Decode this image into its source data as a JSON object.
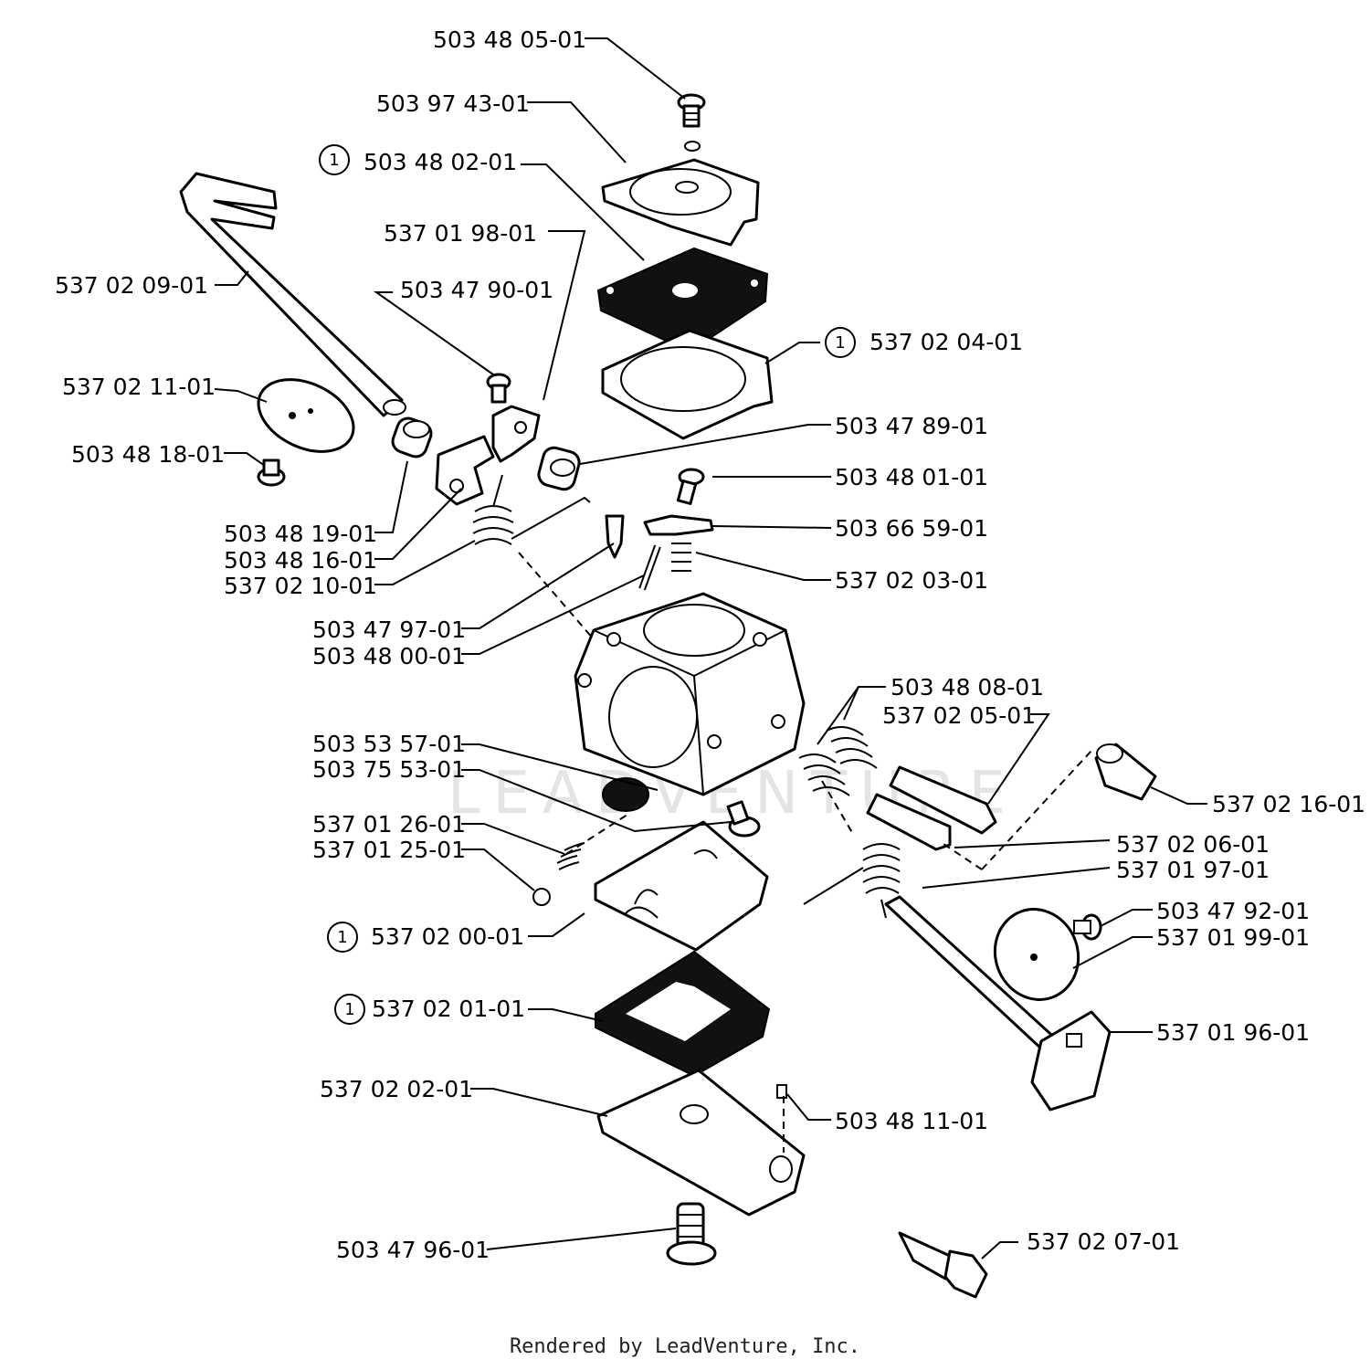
{
  "watermark": "LEADVENTURE",
  "footer": "Rendered by LeadVenture, Inc.",
  "callouts": [
    {
      "id": "p01",
      "label": "503 48 05-01"
    },
    {
      "id": "p02",
      "label": "503 97 43-01"
    },
    {
      "id": "p03",
      "label": "503 48 02-01",
      "note": "1"
    },
    {
      "id": "p04",
      "label": "537 01 98-01"
    },
    {
      "id": "p05",
      "label": "537 02 09-01"
    },
    {
      "id": "p06",
      "label": "503 47 90-01"
    },
    {
      "id": "p07",
      "label": "537 02 04-01",
      "note": "1"
    },
    {
      "id": "p08",
      "label": "537 02 11-01"
    },
    {
      "id": "p09",
      "label": "503 47 89-01"
    },
    {
      "id": "p10",
      "label": "503 48 18-01"
    },
    {
      "id": "p11",
      "label": "503 48 01-01"
    },
    {
      "id": "p12",
      "label": "503 48 19-01"
    },
    {
      "id": "p13",
      "label": "503 66 59-01"
    },
    {
      "id": "p14",
      "label": "503 48 16-01"
    },
    {
      "id": "p15",
      "label": "537 02 10-01"
    },
    {
      "id": "p16",
      "label": "537 02 03-01"
    },
    {
      "id": "p17",
      "label": "503 47 97-01"
    },
    {
      "id": "p18",
      "label": "503 48 00-01"
    },
    {
      "id": "p19",
      "label": "503 48 08-01"
    },
    {
      "id": "p20",
      "label": "537 02 05-01"
    },
    {
      "id": "p21",
      "label": "503 53 57-01"
    },
    {
      "id": "p22",
      "label": "503 75 53-01"
    },
    {
      "id": "p23",
      "label": "537 02 16-01"
    },
    {
      "id": "p24",
      "label": "537 01 26-01"
    },
    {
      "id": "p25",
      "label": "537 01 25-01"
    },
    {
      "id": "p26",
      "label": "537 02 06-01"
    },
    {
      "id": "p27",
      "label": "537 01 97-01"
    },
    {
      "id": "p28",
      "label": "503 47 92-01"
    },
    {
      "id": "p29",
      "label": "537 02 00-01",
      "note": "1"
    },
    {
      "id": "p30",
      "label": "537 01 99-01"
    },
    {
      "id": "p31",
      "label": "537 02 01-01",
      "note": "1"
    },
    {
      "id": "p32",
      "label": "537 01 96-01"
    },
    {
      "id": "p33",
      "label": "537 02 02-01"
    },
    {
      "id": "p34",
      "label": "503 48 11-01"
    },
    {
      "id": "p35",
      "label": "503 47 96-01"
    },
    {
      "id": "p36",
      "label": "537 02 07-01"
    }
  ]
}
